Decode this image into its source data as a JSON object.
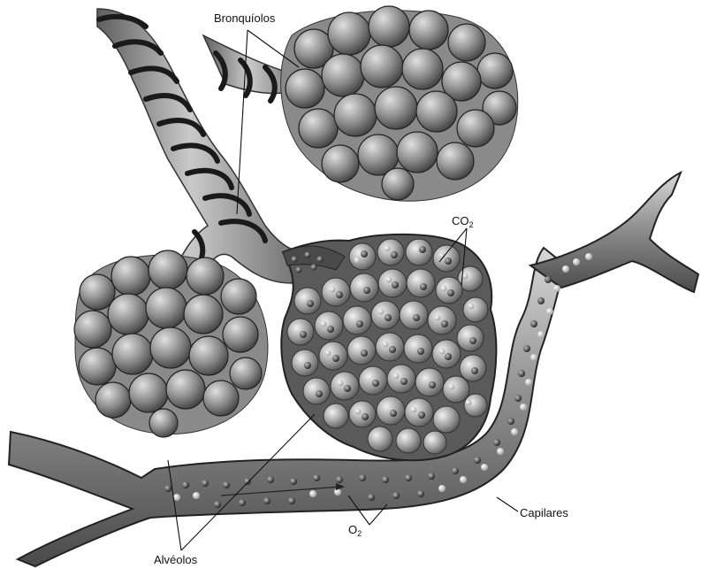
{
  "labels": {
    "bronquiolos": "Bronquíolos",
    "co2_base": "CO",
    "co2_sub": "2",
    "capilares": "Capilares",
    "o2_base": "O",
    "o2_sub": "2",
    "alveolos": "Alvéolos"
  }
}
